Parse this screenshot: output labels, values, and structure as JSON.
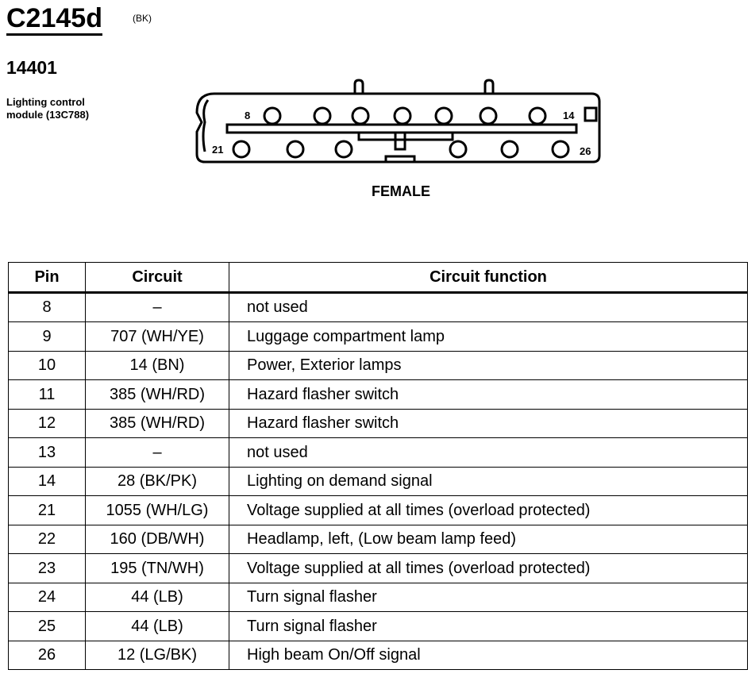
{
  "header": {
    "connector_id": "C2145d",
    "color_code": "(BK)",
    "part_number": "14401",
    "module_line1": "Lighting control",
    "module_line2": "module (13C788)"
  },
  "diagram": {
    "label_8": "8",
    "label_14": "14",
    "label_21": "21",
    "label_26": "26",
    "gender": "FEMALE"
  },
  "table": {
    "headers": {
      "pin": "Pin",
      "circuit": "Circuit",
      "function": "Circuit function"
    },
    "rows": [
      {
        "pin": "8",
        "circuit": "–",
        "function": "not used"
      },
      {
        "pin": "9",
        "circuit": "707 (WH/YE)",
        "function": "Luggage compartment lamp"
      },
      {
        "pin": "10",
        "circuit": "14 (BN)",
        "function": "Power, Exterior lamps"
      },
      {
        "pin": "11",
        "circuit": "385 (WH/RD)",
        "function": "Hazard flasher switch"
      },
      {
        "pin": "12",
        "circuit": "385 (WH/RD)",
        "function": "Hazard flasher switch"
      },
      {
        "pin": "13",
        "circuit": "–",
        "function": "not used"
      },
      {
        "pin": "14",
        "circuit": "28 (BK/PK)",
        "function": "Lighting on demand signal"
      },
      {
        "pin": "21",
        "circuit": "1055 (WH/LG)",
        "function": "Voltage supplied at all times (overload protected)"
      },
      {
        "pin": "22",
        "circuit": "160 (DB/WH)",
        "function": "Headlamp, left, (Low beam lamp feed)"
      },
      {
        "pin": "23",
        "circuit": "195 (TN/WH)",
        "function": "Voltage supplied at all times (overload protected)"
      },
      {
        "pin": "24",
        "circuit": "44 (LB)",
        "function": "Turn signal flasher"
      },
      {
        "pin": "25",
        "circuit": "44 (LB)",
        "function": "Turn signal flasher"
      },
      {
        "pin": "26",
        "circuit": "12 (LG/BK)",
        "function": "High beam On/Off signal"
      }
    ]
  }
}
